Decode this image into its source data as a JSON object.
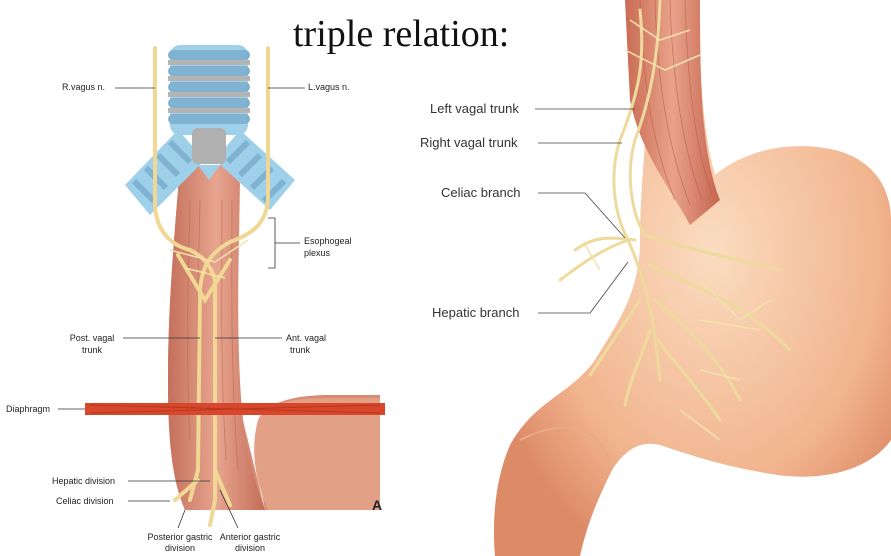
{
  "title": "triple relation:",
  "left_figure": {
    "labels": {
      "r_vagus": "R.vagus n.",
      "l_vagus": "L.vagus n.",
      "esophageal_plexus_1": "Esophogeal",
      "esophageal_plexus_2": "plexus",
      "post_vagal_1": "Post. vagal",
      "post_vagal_2": "trunk",
      "ant_vagal_1": "Ant. vagal",
      "ant_vagal_2": "trunk",
      "diaphragm": "Diaphragm",
      "hepatic_division": "Hepatic division",
      "celiac_division": "Celiac division",
      "posterior_gastric_1": "Posterior gastric",
      "posterior_gastric_2": "division",
      "anterior_gastric_1": "Anterior gastric",
      "anterior_gastric_2": "division"
    },
    "figure_letter": "A"
  },
  "right_figure": {
    "labels": {
      "left_vagal_trunk": "Left vagal trunk",
      "right_vagal_trunk": "Right vagal trunk",
      "celiac_branch": "Celiac branch",
      "hepatic_branch": "Hepatic branch"
    }
  },
  "colors": {
    "trachea": "#8fc6e4",
    "esophagus": "#d98a72",
    "stomach": "#f0b894",
    "nerve": "#f2dc9a",
    "diaphragm": "#d8472c"
  }
}
